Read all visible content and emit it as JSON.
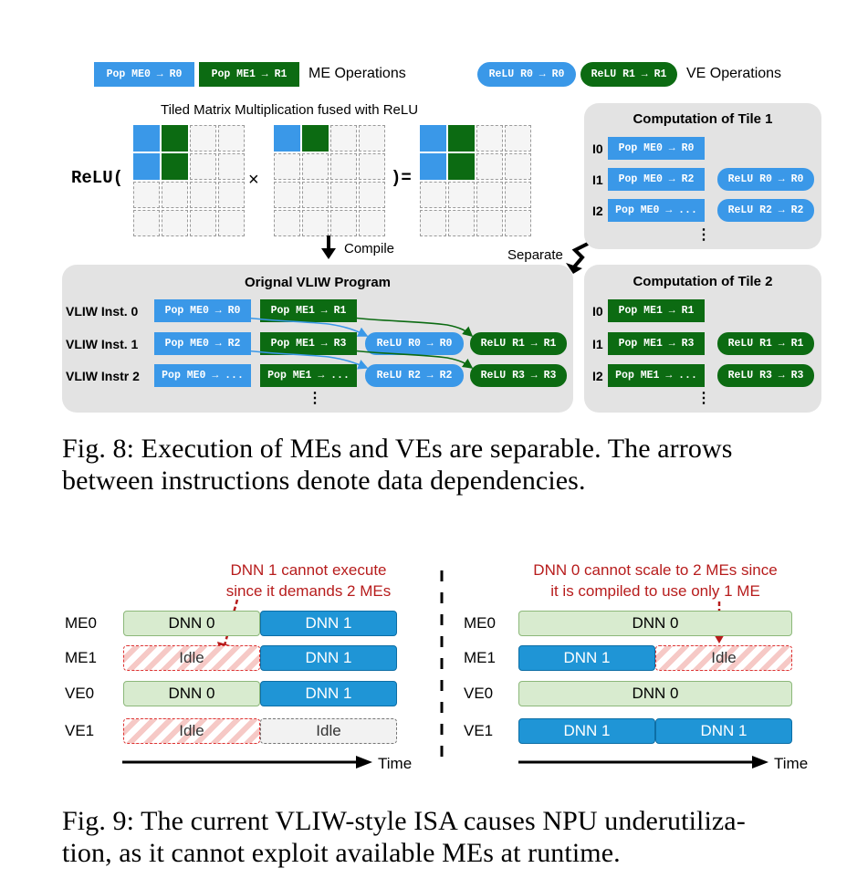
{
  "legend": {
    "me_chip_0": "Pop ME0 → R0",
    "me_chip_1": "Pop ME1 → R1",
    "me_label": "ME Operations",
    "ve_chip_0": "ReLU R0 → R0",
    "ve_chip_1": "ReLU R1 → R1",
    "ve_label": "VE Operations"
  },
  "fig8": {
    "matmul_title": "Tiled Matrix Multiplication fused with ReLU",
    "relu_open": "ReLU(",
    "times": "×",
    "close_eq": ")=",
    "compile": "Compile",
    "separate": "Separate",
    "vliw": {
      "title": "Orignal VLIW Program",
      "rows": [
        {
          "label": "VLIW Inst. 0",
          "me0": "Pop ME0 → R0",
          "me1": "Pop ME1 → R1",
          "ve0": "",
          "ve1": ""
        },
        {
          "label": "VLIW Inst. 1",
          "me0": "Pop ME0 → R2",
          "me1": "Pop ME1 → R3",
          "ve0": "ReLU R0 → R0",
          "ve1": "ReLU R1 → R1"
        },
        {
          "label": "VLIW Instr 2",
          "me0": "Pop ME0 → ...",
          "me1": "Pop ME1 → ...",
          "ve0": "ReLU R2 → R2",
          "ve1": "ReLU R3 → R3"
        }
      ],
      "dots": "⋮"
    },
    "tile1": {
      "title": "Computation of Tile 1",
      "rows": [
        {
          "label": "I0",
          "pop": "Pop ME0 → R0",
          "relu": ""
        },
        {
          "label": "I1",
          "pop": "Pop ME0 → R2",
          "relu": "ReLU R0 → R0"
        },
        {
          "label": "I2",
          "pop": "Pop ME0 → ...",
          "relu": "ReLU R2 → R2"
        }
      ],
      "dots": "⋮"
    },
    "tile2": {
      "title": "Computation of Tile 2",
      "rows": [
        {
          "label": "I0",
          "pop": "Pop ME1 → R1",
          "relu": ""
        },
        {
          "label": "I1",
          "pop": "Pop ME1 → R3",
          "relu": "ReLU R1 → R1"
        },
        {
          "label": "I2",
          "pop": "Pop ME1 → ...",
          "relu": "ReLU R3 → R3"
        }
      ],
      "dots": "⋮"
    },
    "caption_line1": "Fig. 8: Execution of MEs and VEs are separable. The arrows",
    "caption_line2": "between instructions denote data dependencies."
  },
  "fig9": {
    "left": {
      "note_line1": "DNN 1 cannot execute",
      "note_line2": "since it demands 2 MEs",
      "rows": [
        {
          "label": "ME0",
          "a": "DNN 0",
          "b": "DNN 1"
        },
        {
          "label": "ME1",
          "a": "Idle",
          "b": "DNN 1"
        },
        {
          "label": "VE0",
          "a": "DNN 0",
          "b": "DNN 1"
        },
        {
          "label": "VE1",
          "a": "Idle",
          "b": "Idle"
        }
      ],
      "time": "Time"
    },
    "right": {
      "note_line1": "DNN 0 cannot scale to 2 MEs since",
      "note_line2": "it is compiled to use only 1 ME",
      "rows": [
        {
          "label": "ME0",
          "a": "DNN 0",
          "b": ""
        },
        {
          "label": "ME1",
          "a": "DNN 1",
          "b": "Idle"
        },
        {
          "label": "VE0",
          "a": "DNN 0",
          "b": ""
        },
        {
          "label": "VE1",
          "a": "DNN 1",
          "b": "DNN 1"
        }
      ],
      "time": "Time"
    },
    "caption_line1": "Fig. 9: The current VLIW-style ISA causes NPU underutiliza-",
    "caption_line2": "tion, as it cannot exploit available MEs at runtime."
  },
  "colors": {
    "me0_blue": "#3a98e8",
    "me1_green": "#0c6b12",
    "note_red": "#b71c1c",
    "bar_blue": "#1f95d6",
    "bar_light": "#d8ebcf",
    "panel_gray": "#e3e3e3"
  }
}
